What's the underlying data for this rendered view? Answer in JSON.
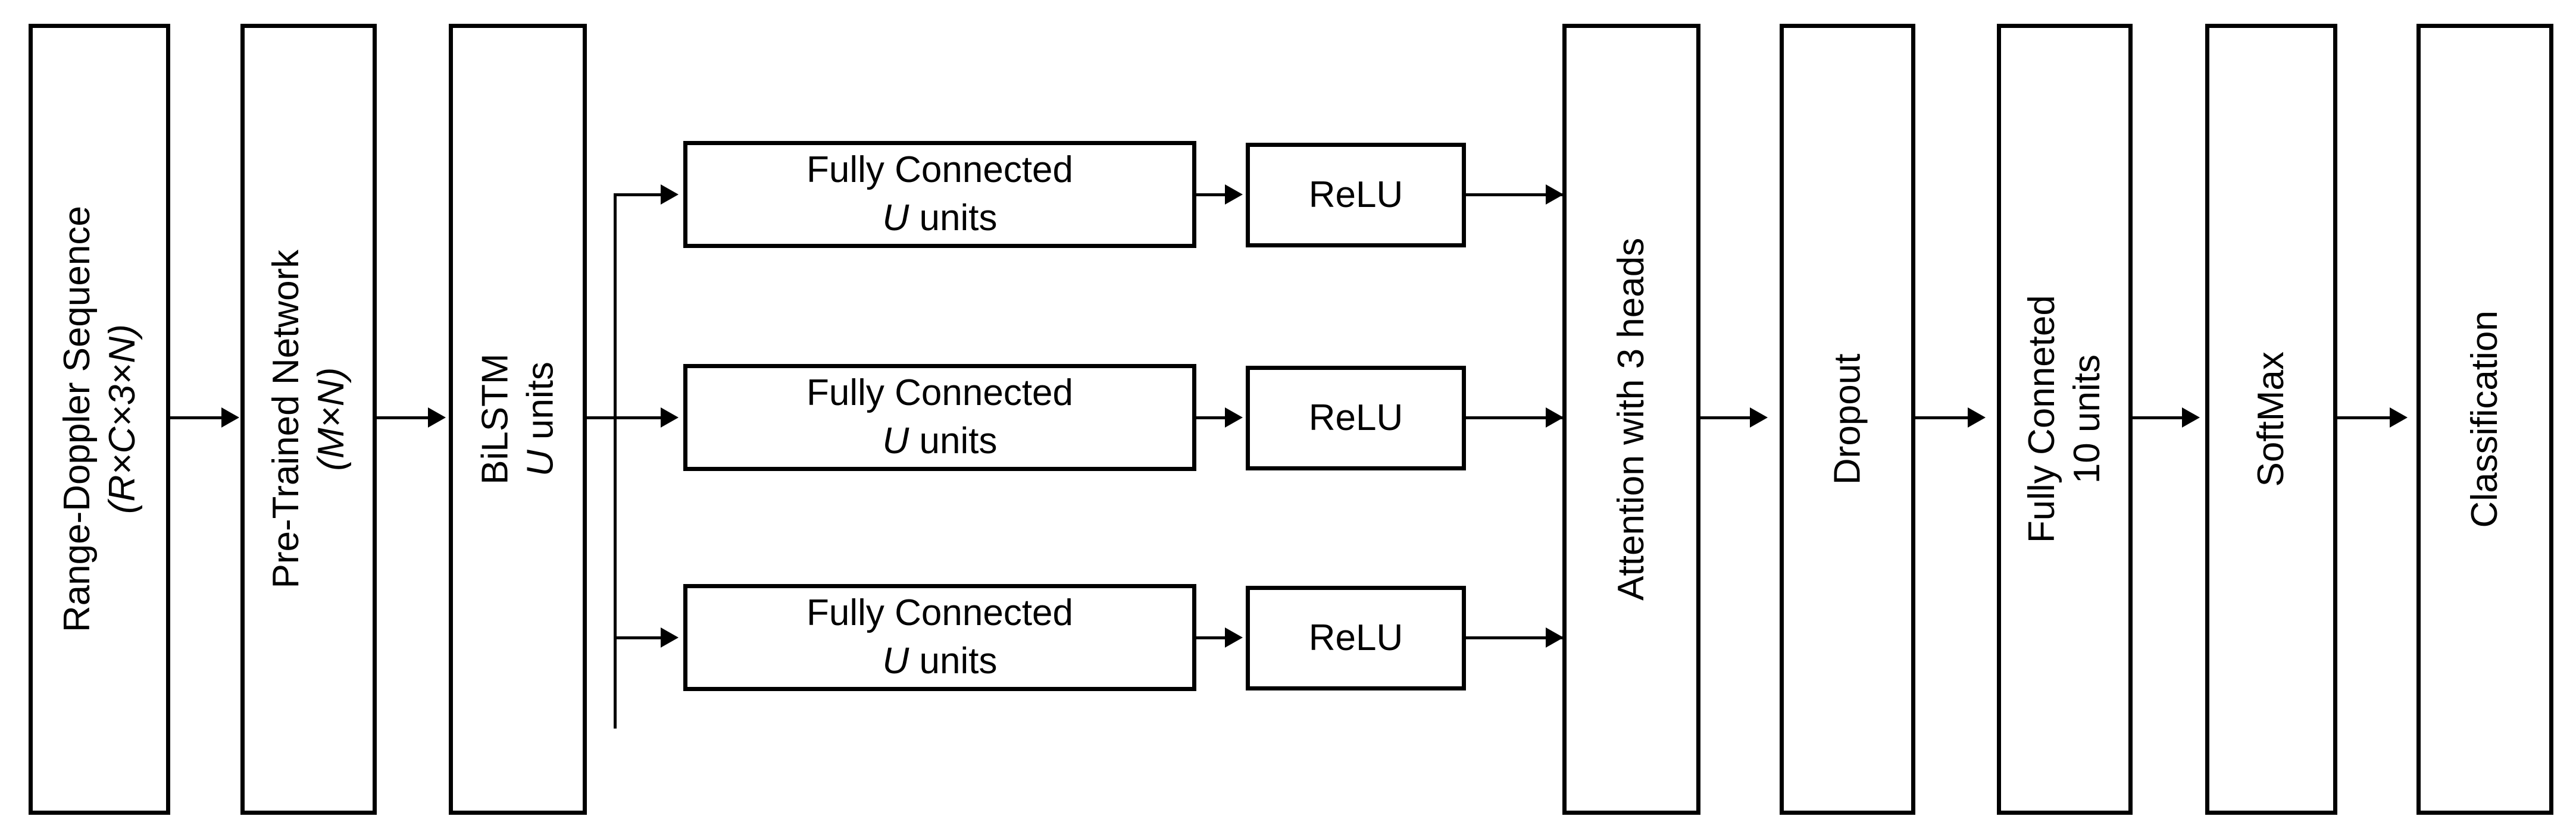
{
  "diagram": {
    "title": "Range-Doppler sequence classification network architecture",
    "orientation": "left-to-right",
    "line_color": "#000000",
    "fill_color": "#ffffff",
    "blocks": [
      {
        "id": "range-doppler-sequence",
        "line1": "Range-Doppler Sequence",
        "line2": "(R×C×3×N)",
        "style": "vertical"
      },
      {
        "id": "pre-trained-network",
        "line1": "Pre-Trained Network",
        "line2": "(M×N)",
        "style": "vertical"
      },
      {
        "id": "bilstm",
        "line1": "BiLSTM",
        "line2_italic": "U",
        "line2_rest": " units",
        "style": "vertical"
      },
      {
        "id": "fully-connected-1",
        "line1": "Fully Connected",
        "line2_italic": "U",
        "line2_rest": " units",
        "style": "horizontal"
      },
      {
        "id": "fully-connected-2",
        "line1": "Fully Connected",
        "line2_italic": "U",
        "line2_rest": " units",
        "style": "horizontal"
      },
      {
        "id": "fully-connected-3",
        "line1": "Fully Connected",
        "line2_italic": "U",
        "line2_rest": " units",
        "style": "horizontal"
      },
      {
        "id": "relu-1",
        "line1": "ReLU",
        "style": "horizontal"
      },
      {
        "id": "relu-2",
        "line1": "ReLU",
        "style": "horizontal"
      },
      {
        "id": "relu-3",
        "line1": "ReLU",
        "style": "horizontal"
      },
      {
        "id": "attention",
        "line1": "Attention with 3 heads",
        "style": "vertical"
      },
      {
        "id": "dropout",
        "line1": "Dropout",
        "style": "vertical"
      },
      {
        "id": "fully-conneted-10",
        "line1": "Fully Conneted",
        "line2": "10 units",
        "style": "vertical"
      },
      {
        "id": "softmax",
        "line1": "SoftMax",
        "style": "vertical"
      },
      {
        "id": "classification",
        "line1": "Classification",
        "style": "vertical"
      }
    ],
    "labels": {
      "range_doppler_l1": "Range-Doppler Sequence",
      "range_doppler_l2": "(R×C×3×N)",
      "pretrained_l1": "Pre-Trained Network",
      "pretrained_l2": "(M×N)",
      "bilstm_l1": "BiLSTM",
      "bilstm_u": "U",
      "bilstm_units": " units",
      "fc_l1": "Fully Connected",
      "fc_u": "U",
      "fc_units": " units",
      "relu": "ReLU",
      "attention": "Attention with 3 heads",
      "dropout": "Dropout",
      "fc10_l1": "Fully Conneted",
      "fc10_l2": "10 units",
      "softmax": "SoftMax",
      "classification": "Classification"
    },
    "edges": [
      {
        "from": "range-doppler-sequence",
        "to": "pre-trained-network"
      },
      {
        "from": "pre-trained-network",
        "to": "bilstm"
      },
      {
        "from": "bilstm",
        "to": "fully-connected-1"
      },
      {
        "from": "bilstm",
        "to": "fully-connected-2"
      },
      {
        "from": "bilstm",
        "to": "fully-connected-3"
      },
      {
        "from": "fully-connected-1",
        "to": "relu-1"
      },
      {
        "from": "fully-connected-2",
        "to": "relu-2"
      },
      {
        "from": "fully-connected-3",
        "to": "relu-3"
      },
      {
        "from": "relu-1",
        "to": "attention"
      },
      {
        "from": "relu-2",
        "to": "attention"
      },
      {
        "from": "relu-3",
        "to": "attention"
      },
      {
        "from": "attention",
        "to": "dropout"
      },
      {
        "from": "dropout",
        "to": "fully-conneted-10"
      },
      {
        "from": "fully-conneted-10",
        "to": "softmax"
      },
      {
        "from": "softmax",
        "to": "classification"
      }
    ]
  }
}
